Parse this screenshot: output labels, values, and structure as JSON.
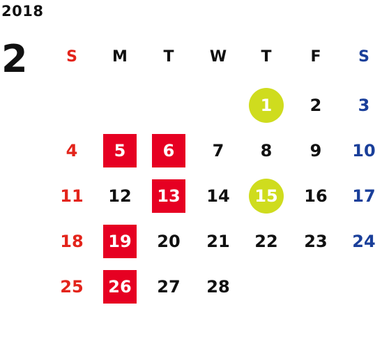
{
  "year": "2018",
  "month": "2",
  "weekdays": [
    "S",
    "M",
    "T",
    "W",
    "T",
    "F",
    "S"
  ],
  "weeks": [
    [
      "",
      "",
      "",
      "",
      "1",
      "2",
      "3"
    ],
    [
      "4",
      "5",
      "6",
      "7",
      "8",
      "9",
      "10"
    ],
    [
      "11",
      "12",
      "13",
      "14",
      "15",
      "16",
      "17"
    ],
    [
      "18",
      "19",
      "20",
      "21",
      "22",
      "23",
      "24"
    ],
    [
      "25",
      "26",
      "27",
      "28",
      "",
      "",
      ""
    ]
  ],
  "holiday_days": [
    "5",
    "6",
    "13",
    "19",
    "26"
  ],
  "highlight_days": [
    "1",
    "15"
  ],
  "colors": {
    "sunday": "#e3241b",
    "saturday": "#1a3f9a",
    "holiday_bg": "#e60022",
    "highlight_bg": "#cfdc1e",
    "text": "#111111"
  }
}
